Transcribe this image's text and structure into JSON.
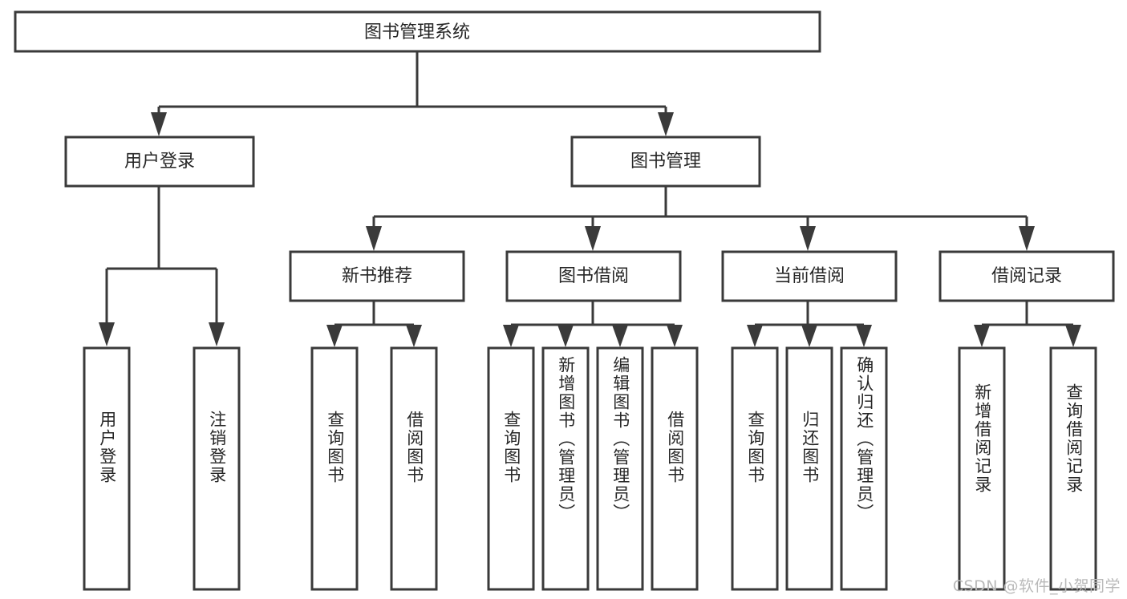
{
  "diagram": {
    "type": "tree",
    "title": "图书管理系统",
    "orientation": "top-down",
    "root": {
      "id": "root",
      "label": "图书管理系统"
    },
    "level2": [
      {
        "id": "user-login",
        "label": "用户登录"
      },
      {
        "id": "book-management",
        "label": "图书管理"
      }
    ],
    "level3": [
      {
        "id": "new-book-recommend",
        "label": "新书推荐",
        "parent": "book-management"
      },
      {
        "id": "book-borrow",
        "label": "图书借阅",
        "parent": "book-management"
      },
      {
        "id": "current-borrow",
        "label": "当前借阅",
        "parent": "book-management"
      },
      {
        "id": "borrow-record",
        "label": "借阅记录",
        "parent": "book-management"
      }
    ],
    "leaves": [
      {
        "id": "leaf-user-login",
        "label": "用户登录",
        "parent": "user-login"
      },
      {
        "id": "leaf-logout",
        "label": "注销登录",
        "parent": "user-login"
      },
      {
        "id": "leaf-query-book-1",
        "label": "查询图书",
        "parent": "new-book-recommend"
      },
      {
        "id": "leaf-borrow-book-1",
        "label": "借阅图书",
        "parent": "new-book-recommend"
      },
      {
        "id": "leaf-query-book-2",
        "label": "查询图书",
        "parent": "book-borrow"
      },
      {
        "id": "leaf-add-book",
        "label": "新增图书（管理员）",
        "parent": "book-borrow"
      },
      {
        "id": "leaf-edit-book",
        "label": "编辑图书（管理员）",
        "parent": "book-borrow"
      },
      {
        "id": "leaf-borrow-book-2",
        "label": "借阅图书",
        "parent": "book-borrow"
      },
      {
        "id": "leaf-query-book-3",
        "label": "查询图书",
        "parent": "current-borrow"
      },
      {
        "id": "leaf-return-book",
        "label": "归还图书",
        "parent": "current-borrow"
      },
      {
        "id": "leaf-confirm-return",
        "label": "确认归还（管理员）",
        "parent": "current-borrow"
      },
      {
        "id": "leaf-add-record",
        "label": "新增借阅记录",
        "parent": "borrow-record"
      },
      {
        "id": "leaf-query-record",
        "label": "查询借阅记录",
        "parent": "borrow-record"
      }
    ]
  },
  "watermark": {
    "text": "CSDN @软件_小贺同学"
  },
  "colors": {
    "stroke": "#3a3a3a",
    "box_fill": "#ffffff",
    "text": "#262626",
    "background": "#ffffff",
    "watermark": "#b9b9b9"
  }
}
